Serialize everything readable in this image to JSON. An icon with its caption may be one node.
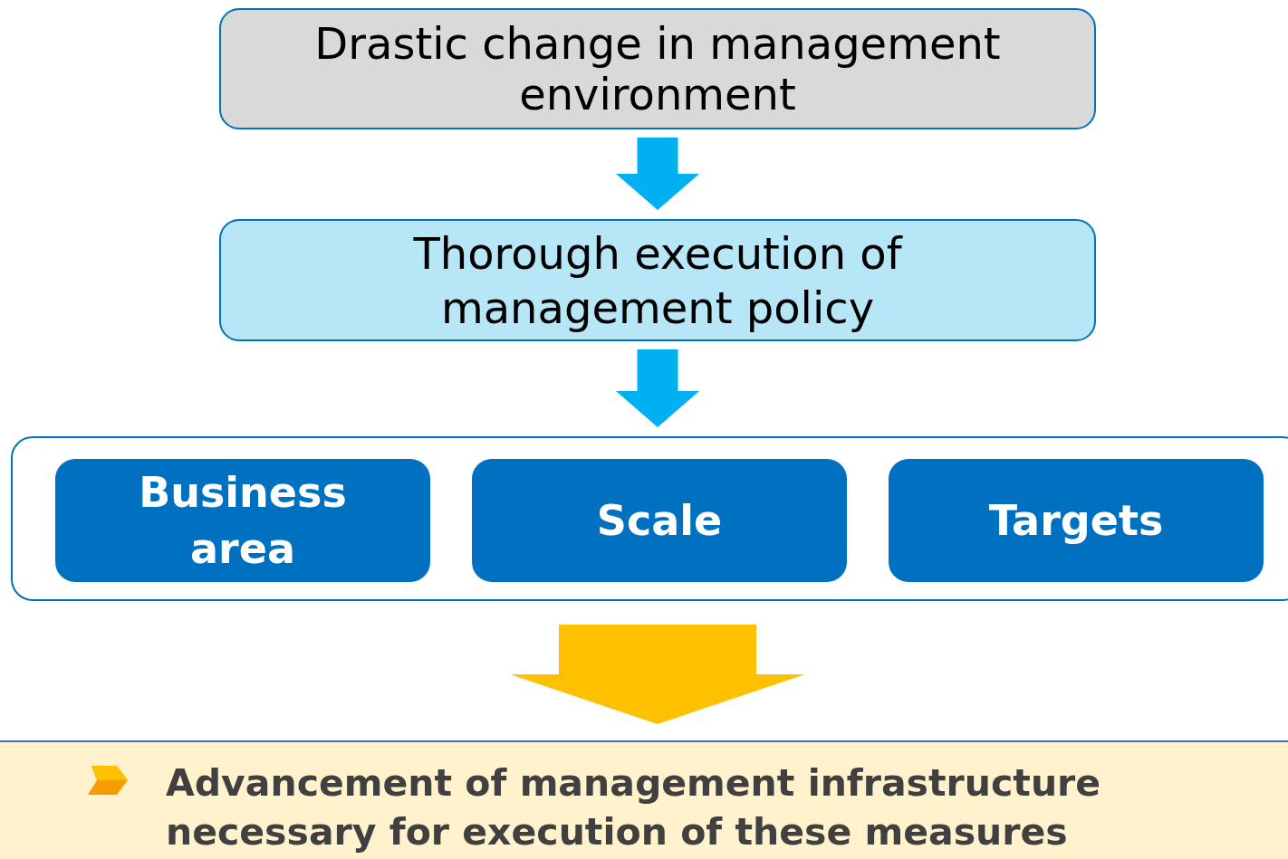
{
  "diagram": {
    "nodes": [
      {
        "text": [
          "Drastic change in management environment"
        ]
      },
      {
        "text": [
          "Thorough execution of management policy"
        ]
      },
      {
        "text": [],
        "shape": "box"
      },
      {
        "text": [
          "Business area"
        ],
        "in": 2
      },
      {
        "text": [
          "Scale"
        ],
        "in": 2
      },
      {
        "text": [
          "Targets"
        ],
        "in": 2
      },
      {
        "text": [
          "Advancement of management infrastructure necessary for execution of these measures"
        ]
      }
    ],
    "edges": [
      {
        "from": 0,
        "to": 1,
        "arrow": "to"
      },
      {
        "from": 1,
        "to": 2,
        "arrow": "to"
      },
      {
        "from": 2,
        "to": 6,
        "arrow": "to",
        "style": "thick",
        "color": "#ffc000"
      }
    ]
  }
}
